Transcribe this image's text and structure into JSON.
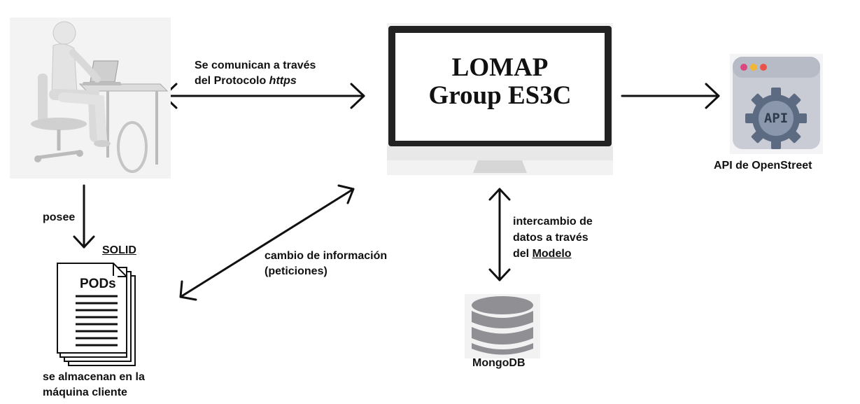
{
  "monitor": {
    "line1": "LOMAP",
    "line2": "Group ES3C"
  },
  "labels": {
    "https_line1": "Se comunican a través",
    "https_line2_prefix": "del Protocolo ",
    "https_line2_italic": "https",
    "posee": "posee",
    "solid": "SOLID",
    "pods": "PODs",
    "cambio_line1": "cambio de información",
    "cambio_line2": "(peticiones)",
    "intercambio_line1": "intercambio de",
    "intercambio_line2": "datos a través",
    "intercambio_line3_prefix": "del ",
    "intercambio_line3_underlined": "Modelo",
    "api_caption": "API de OpenStreet",
    "api_icon_text": "API",
    "mongo_caption": "MongoDB",
    "storage_line1": "se almacenan en la",
    "storage_line2": "máquina cliente"
  },
  "colors": {
    "dot_red": "#e8524a",
    "dot_yellow": "#f2b534",
    "dot_magenta": "#d9487f",
    "api_window": "#c9ccd4",
    "api_gear": "#5d6b82",
    "db_gray": "#8f8f94"
  }
}
